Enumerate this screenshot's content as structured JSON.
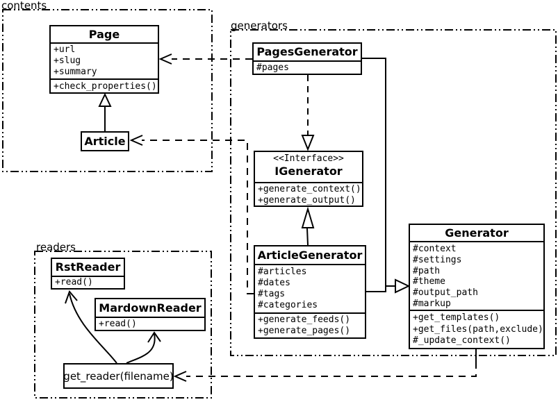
{
  "packages": {
    "contents": {
      "label": "contents"
    },
    "generators": {
      "label": "generators"
    },
    "readers": {
      "label": "readers"
    }
  },
  "classes": {
    "page": {
      "title": "Page",
      "attributes": [
        "+url",
        "+slug",
        "+summary"
      ],
      "methods": [
        "+check_properties()"
      ]
    },
    "article": {
      "title": "Article"
    },
    "pages_generator": {
      "title": "PagesGenerator",
      "attributes": [
        "#pages"
      ]
    },
    "igenerator": {
      "stereotype": "<<Interface>>",
      "title": "IGenerator",
      "methods": [
        "+generate_context()",
        "+generate_output()"
      ]
    },
    "article_generator": {
      "title": "ArticleGenerator",
      "attributes": [
        "#articles",
        "#dates",
        "#tags",
        "#categories"
      ],
      "methods": [
        "+generate_feeds()",
        "+generate_pages()"
      ]
    },
    "generator": {
      "title": "Generator",
      "attributes": [
        "#context",
        "#settings",
        "#path",
        "#theme",
        "#output_path",
        "#markup"
      ],
      "methods": [
        "+get_templates()",
        "+get_files(path,exclude)",
        "#_update_context()"
      ]
    },
    "rst_reader": {
      "title": "RstReader",
      "methods": [
        "+read()"
      ]
    },
    "mardown_reader": {
      "title": "MardownReader",
      "methods": [
        "+read()"
      ]
    },
    "get_reader": {
      "label": "get_reader(filename)"
    }
  },
  "colors": {
    "line": "#000000",
    "background": "#ffffff",
    "box_fill": "#ffffff"
  }
}
